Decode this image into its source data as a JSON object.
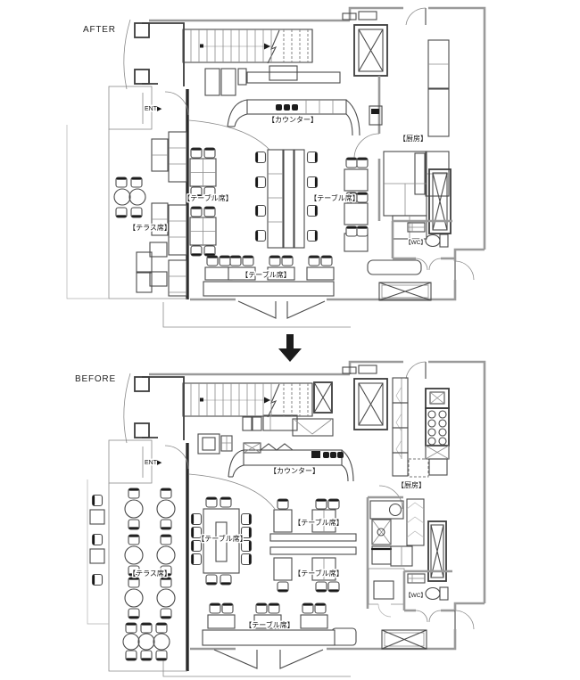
{
  "after": {
    "title": "AFTER",
    "entrance": "ENT▶",
    "labels": {
      "counter": "【カウンター】",
      "kitchen": "【厨房】",
      "wc": "【WC】",
      "terrace": "【テラス席】",
      "table_left": "【テーブル席】",
      "table_right": "【テーブル席】",
      "table_bottom": "【テーブル席】"
    }
  },
  "before": {
    "title": "BEFORE",
    "entrance": "ENT▶",
    "labels": {
      "counter": "【カウンター】",
      "kitchen": "【厨房】",
      "wc": "【WC】",
      "terrace": "【テラス席】",
      "table_center": "【テーブル席】",
      "table_right_upper": "【テーブル席】",
      "table_right_lower": "【テーブル席】",
      "table_bottom": "【テーブル席】"
    }
  },
  "icons": {
    "transition": "down-arrow"
  },
  "colors": {
    "background": "#ffffff",
    "line": "#4a4a4a",
    "wall": "#9a9a9a",
    "accent": "#111111"
  }
}
